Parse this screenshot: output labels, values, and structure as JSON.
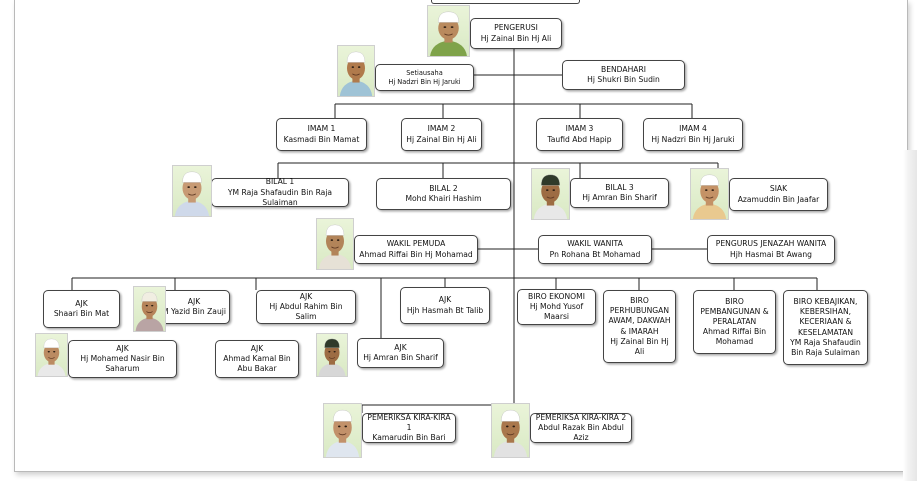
{
  "chart_title": "",
  "nodes": {
    "pengerusi": {
      "title": "PENGERUSI",
      "name": "Hj Zainal Bin Hj Ali"
    },
    "setiausaha": {
      "title": "Setiausaha",
      "name": "Hj Nadzri Bin Hj Jaruki"
    },
    "bendahari": {
      "title": "BENDAHARI",
      "name": "Hj Shukri Bin Sudin"
    },
    "imam1": {
      "title": "IMAM 1",
      "name": "Kasmadi Bin Mamat"
    },
    "imam2": {
      "title": "IMAM 2",
      "name": "Hj Zainal Bin Hj Ali"
    },
    "imam3": {
      "title": "IMAM 3",
      "name": "Taufid Abd Hapip"
    },
    "imam4": {
      "title": "IMAM 4",
      "name": "Hj Nadzri Bin Hj Jaruki"
    },
    "bilal1": {
      "title": "BILAL 1",
      "name": "YM Raja Shafaudin Bin Raja Sulaiman"
    },
    "bilal2": {
      "title": "BILAL 2",
      "name": "Mohd Khairi Hashim"
    },
    "bilal3": {
      "title": "BILAL 3",
      "name": "Hj Amran Bin Sharif"
    },
    "siak": {
      "title": "SIAK",
      "name": "Azamuddin Bin Jaafar"
    },
    "wakil_pemuda": {
      "title": "WAKIL PEMUDA",
      "name": "Ahmad Riffai Bin Hj Mohamad"
    },
    "wakil_wanita": {
      "title": "WAKIL WANITA",
      "name": "Pn Rohana Bt Mohamad"
    },
    "pengurus_jenazah": {
      "title": "PENGURUS JENAZAH WANITA",
      "name": "Hjh Hasmai Bt Awang"
    },
    "ajk_shaari": {
      "title": "AJK",
      "name": "Shaari Bin Mat"
    },
    "ajk_yazid": {
      "title": "AJK",
      "name": "M Yazid Bin Zauji"
    },
    "ajk_abdul_rahim": {
      "title": "AJK",
      "name": "Hj Abdul Rahim Bin Salim"
    },
    "ajk_hasmah": {
      "title": "AJK",
      "name": "Hjh Hasmah Bt Talib"
    },
    "ajk_nasir": {
      "title": "AJK",
      "name": "Hj Mohamed Nasir Bin\nSaharum"
    },
    "ajk_kamal": {
      "title": "AJK",
      "name": "Ahmad Kamal Bin\nAbu Bakar"
    },
    "ajk_amran": {
      "title": "AJK",
      "name": "Hj Amran Bin Sharif"
    },
    "biro_ekonomi": {
      "title": "BIRO EKONOMI",
      "name": "Hj Mohd Yusof\nMaarsi"
    },
    "biro_perhubungan": {
      "title": "BIRO\nPERHUBUNGAN\nAWAM, DAKWAH\n& IMARAH",
      "name": "Hj Zainal Bin Hj\nAli"
    },
    "biro_pembangunan": {
      "title": "BIRO\nPEMBANGUNAN &\nPERALATAN",
      "name": "Ahmad Riffai Bin\nMohamad"
    },
    "biro_kebajikan": {
      "title": "BIRO KEBAJIKAN,\nKEBERSIHAN,\nKECERIAAN &\nKESELAMATAN",
      "name": "YM Raja Shafaudin\nBin Raja  Sulaiman"
    },
    "pemeriksa1": {
      "title": "PEMERIKSA KIRA-KIRA 1",
      "name": "Kamarudin Bin Bari"
    },
    "pemeriksa2": {
      "title": "PEMERIKSA KIRA-KIRA 2",
      "name": "Abdul Razak Bin Abdul Aziz"
    }
  },
  "photos": [
    {
      "id": "pengerusi",
      "cap": "#ffffff",
      "skin": "#b98a5e",
      "shirt": "#7fa34a"
    },
    {
      "id": "setiausaha",
      "cap": "#ffffff",
      "skin": "#b07a4c",
      "shirt": "#9fc3d6"
    },
    {
      "id": "bilal1",
      "cap": "#ffffff",
      "skin": "#c79a74",
      "shirt": "#cfd9ea"
    },
    {
      "id": "bilal3",
      "cap": "#2f3a2a",
      "skin": "#9d6c43",
      "shirt": "#e8e8e8"
    },
    {
      "id": "siak",
      "cap": "#ffffff",
      "skin": "#c49266",
      "shirt": "#e9c98f"
    },
    {
      "id": "wakil_pemuda",
      "cap": "#ffffff",
      "skin": "#b28459",
      "shirt": "#e6e1d6"
    },
    {
      "id": "ajk_yazid",
      "cap": "#f1eee2",
      "skin": "#b6845a",
      "shirt": "#b9a4a4"
    },
    {
      "id": "ajk_nasir",
      "cap": "#ffffff",
      "skin": "#bb8b62",
      "shirt": "#e9e9e9"
    },
    {
      "id": "ajk_amran",
      "cap": "#2f3a2a",
      "skin": "#9d6c43",
      "shirt": "#d7d7d7"
    },
    {
      "id": "pemeriksa1",
      "cap": "#ffffff",
      "skin": "#c2916a",
      "shirt": "#dfe6ef"
    },
    {
      "id": "pemeriksa2",
      "cap": "#ffffff",
      "skin": "#a9774c",
      "shirt": "#e2e2e2"
    }
  ]
}
